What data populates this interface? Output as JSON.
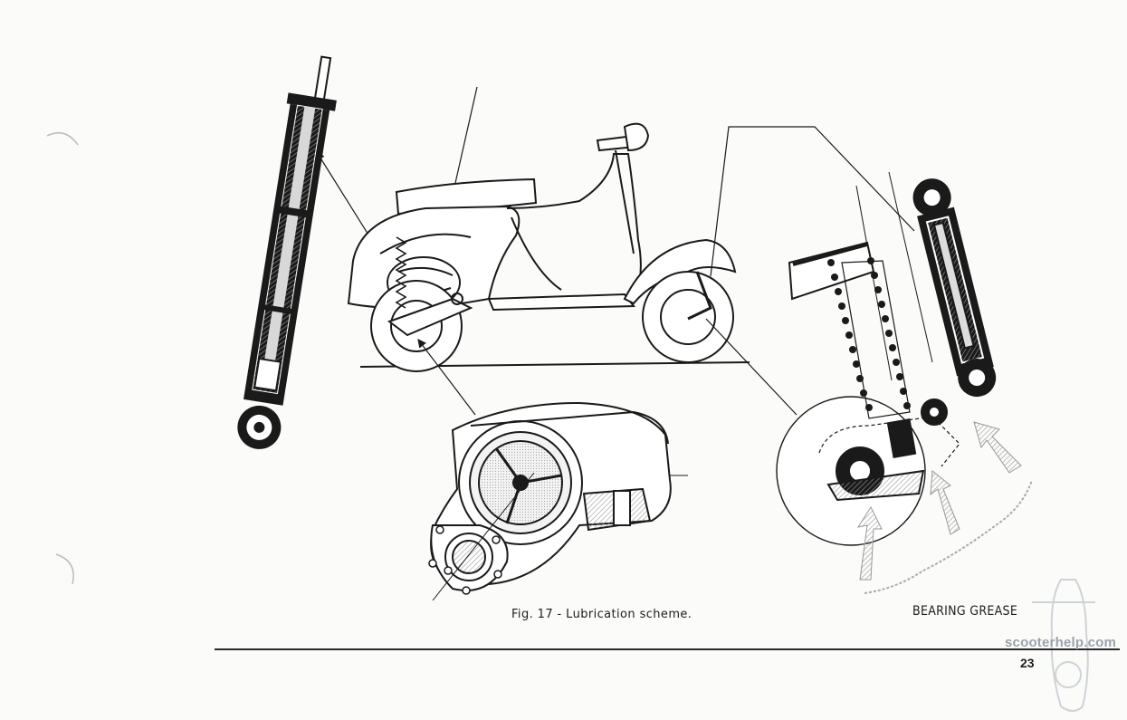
{
  "caption": "Fig. 17 - Lubrication scheme.",
  "grease_label": "BEARING GREASE",
  "watermark": "scooterhelp.com",
  "page_number": "23",
  "ink_color": "#1a1a1a",
  "paper_color": "#fbfbf9"
}
